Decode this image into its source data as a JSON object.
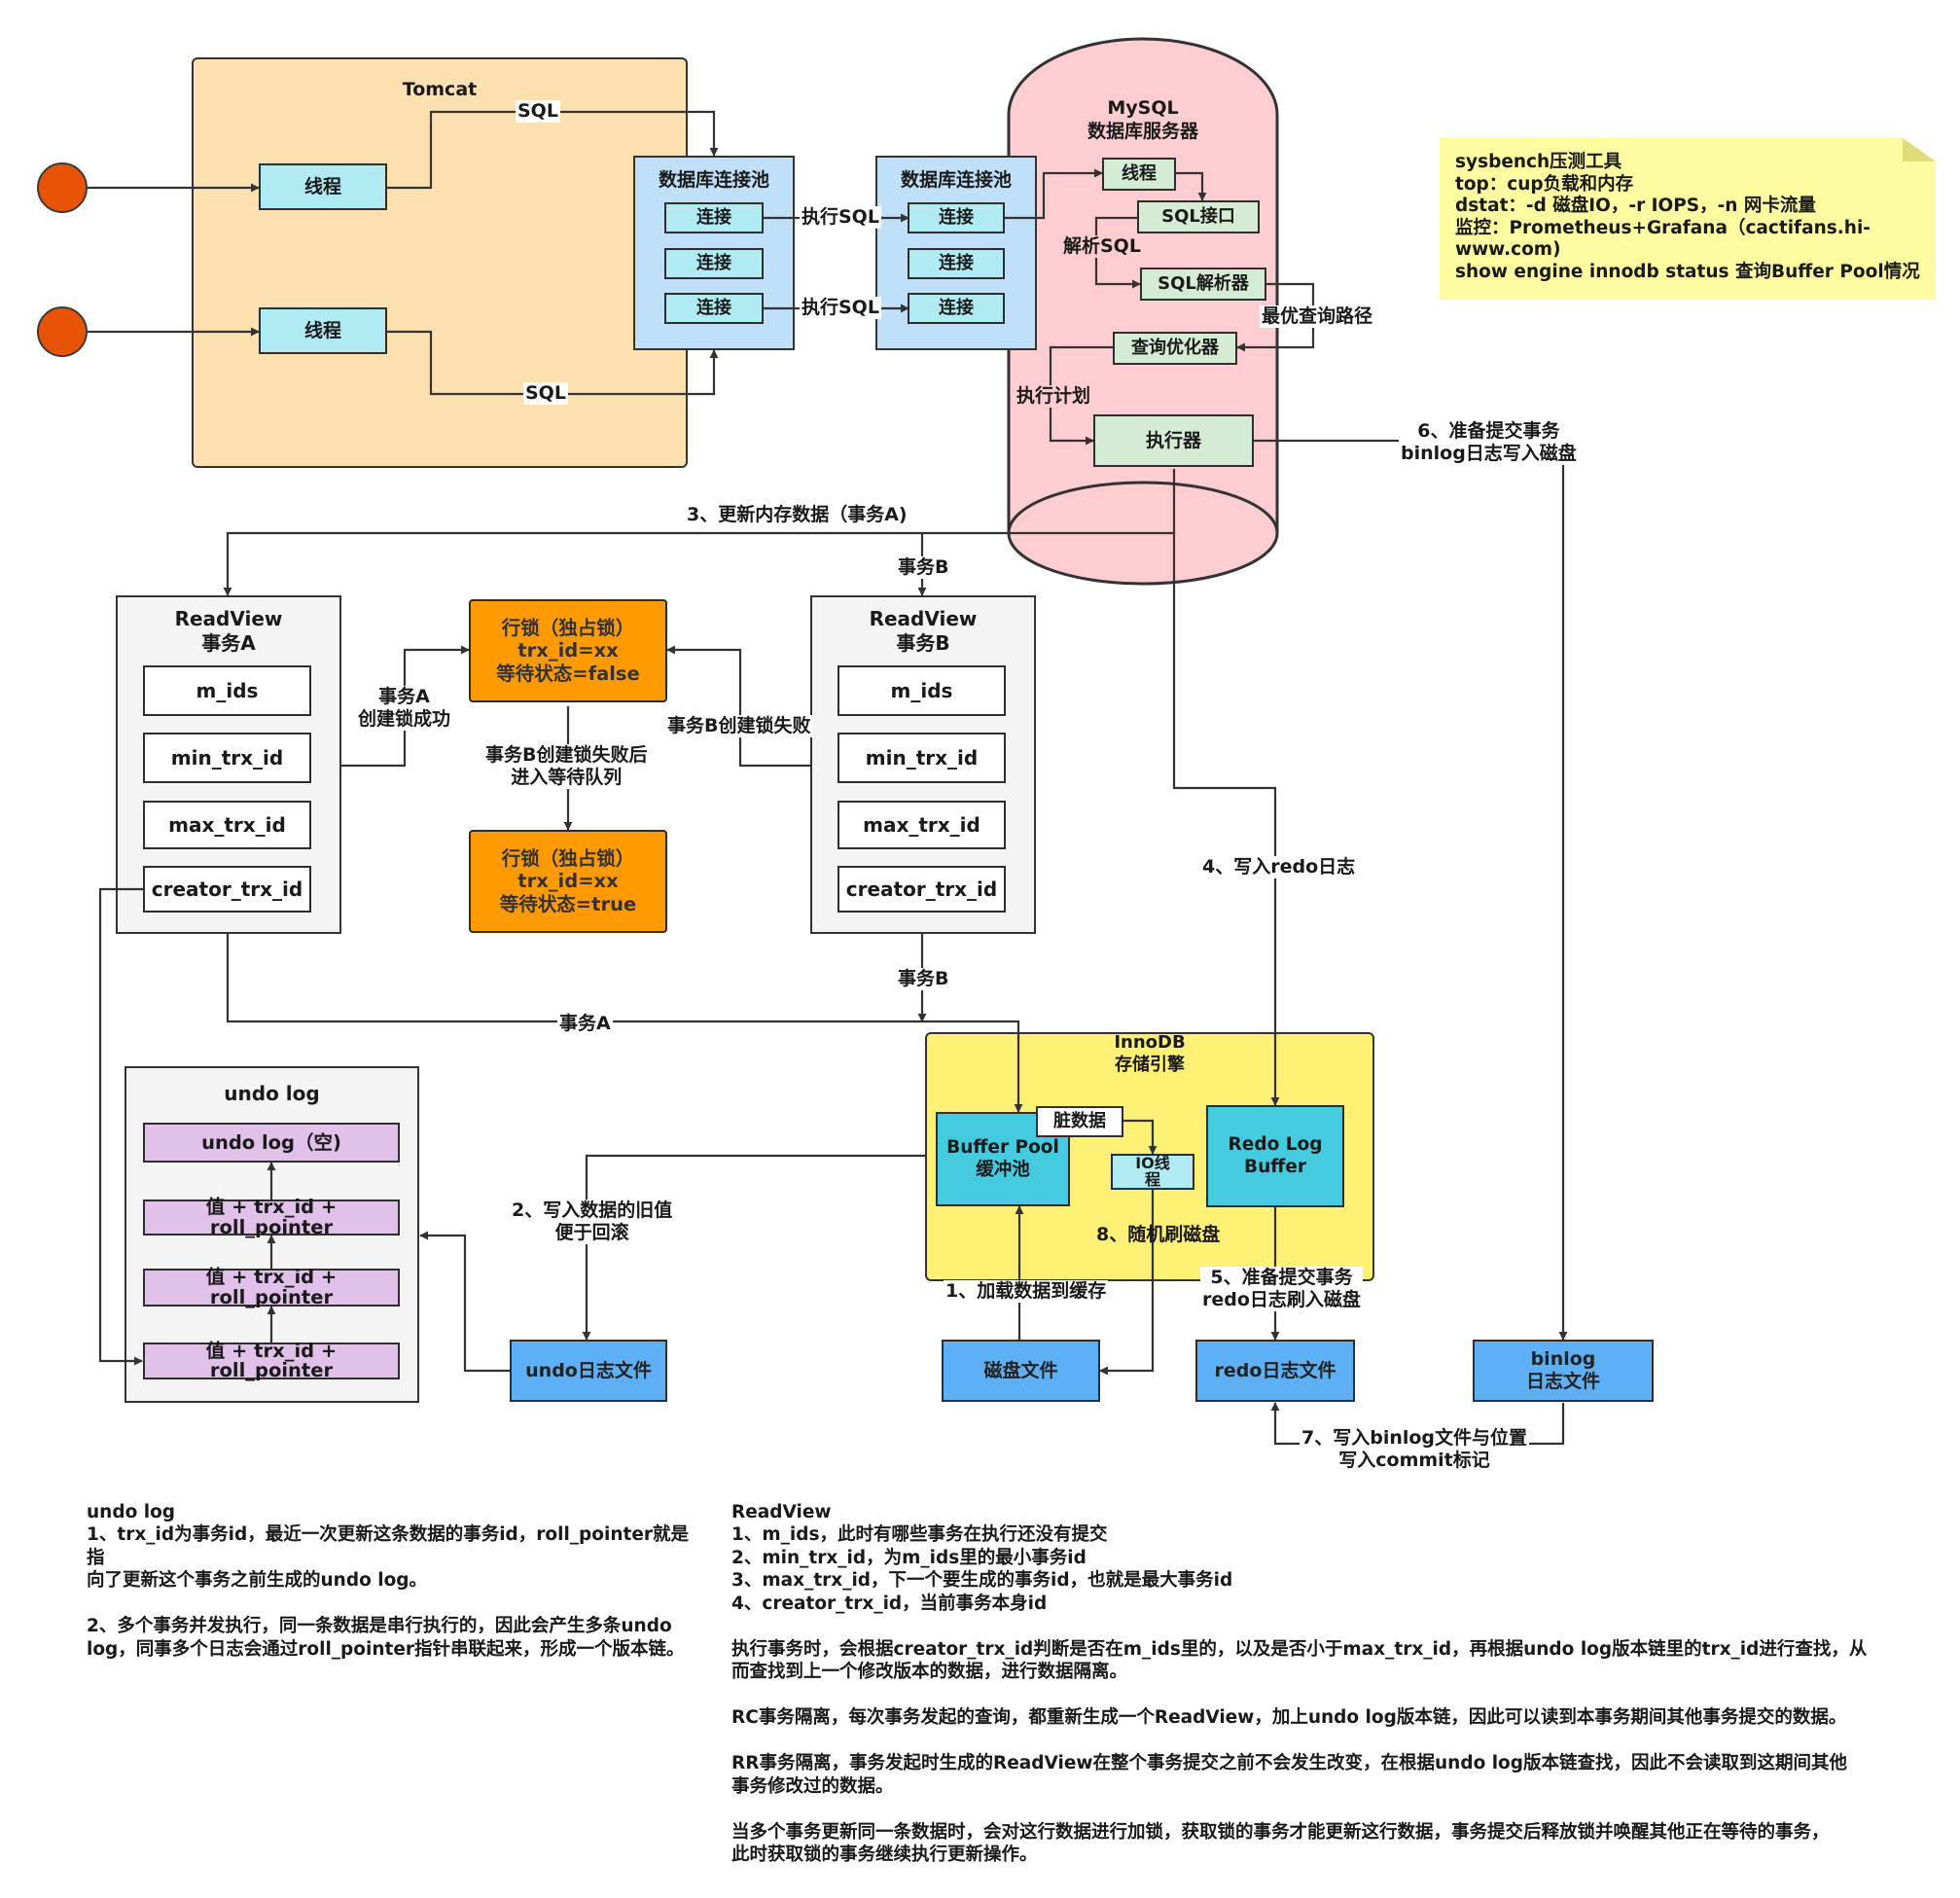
{
  "tomcat": {
    "title": "Tomcat",
    "thread1": "线程",
    "thread2": "线程",
    "sql1": "SQL",
    "sql2": "SQL"
  },
  "pool_app": {
    "title": "数据库连接池",
    "conns": [
      "连接",
      "连接",
      "连接"
    ]
  },
  "pool_db": {
    "title": "数据库连接池",
    "conns": [
      "连接",
      "连接",
      "连接"
    ]
  },
  "exec_sql": [
    "执行SQL",
    "执行SQL"
  ],
  "mysql": {
    "title": "MySQL\n数据库服务器",
    "thread": "线程",
    "sql_iface": "SQL接口",
    "parse_label": "解析SQL",
    "parser": "SQL解析器",
    "best_path": "最优查询路径",
    "optimizer": "查询优化器",
    "plan_label": "执行计划",
    "executor": "执行器"
  },
  "note": {
    "text": "sysbench压测工具\ntop：cup负载和内存\ndstat：-d 磁盘IO，-r IOPS，-n 网卡流量\n监控：Prometheus+Grafana（cactifans.hi-\nwww.com)\nshow engine innodb status 查询Buffer Pool情况"
  },
  "step6": "6、准备提交事务\nbinlog日志写入磁盘",
  "step3": "3、更新内存数据（事务A)",
  "txB_top": "事务B",
  "txB_bottom": "事务B",
  "txA_bottom": "事务A",
  "readview_a": {
    "title": "ReadView\n事务A",
    "fields": [
      "m_ids",
      "min_trx_id",
      "max_trx_id",
      "creator_trx_id"
    ]
  },
  "readview_b": {
    "title": "ReadView\n事务B",
    "fields": [
      "m_ids",
      "min_trx_id",
      "max_trx_id",
      "creator_trx_id"
    ]
  },
  "lock_held": "行锁（独占锁）\ntrx_id=xx\n等待状态=false",
  "lock_wait": "行锁（独占锁）\ntrx_id=xx\n等待状态=true",
  "lock_success": "事务A\n创建锁成功",
  "lock_fail": "事务B创建锁失败",
  "lock_queue": "事务B创建锁失败后\n进入等待队列",
  "step4": "4、写入redo日志",
  "undo_log": {
    "title": "undo log",
    "empty": "undo log（空)",
    "entries": [
      "值 + trx_id +\nroll_pointer",
      "值 + trx_id +\nroll_pointer",
      "值 + trx_id +\nroll_pointer"
    ]
  },
  "innodb": {
    "title": "InnoDB\n存储引擎",
    "buffer_pool": "Buffer Pool\n缓冲池",
    "dirty": "脏数据",
    "io_thread": "IO线\n程",
    "redo_buffer": "Redo Log\nBuffer"
  },
  "step2": "2、写入数据的旧值\n便于回滚",
  "step8": "8、随机刷磁盘",
  "step1": "1、加载数据到缓存",
  "step5": "5、准备提交事务\nredo日志刷入磁盘",
  "step7": "7、写入binlog文件与位置\n写入commit标记",
  "files": {
    "undo": "undo日志文件",
    "disk": "磁盘文件",
    "redo": "redo日志文件",
    "binlog": "binlog\n日志文件"
  },
  "notes_undo": "undo log\n1、trx_id为事务id，最近一次更新这条数据的事务id，roll_pointer就是指\n向了更新这个事务之前生成的undo log。\n\n2、多个事务并发执行，同一条数据是串行执行的，因此会产生多条undo\nlog，同事多个日志会通过roll_pointer指针串联起来，形成一个版本链。",
  "notes_readview": "ReadView\n1、m_ids，此时有哪些事务在执行还没有提交\n2、min_trx_id，为m_ids里的最小事务id\n3、max_trx_id，下一个要生成的事务id，也就是最大事务id\n4、creator_trx_id，当前事务本身id\n\n执行事务时，会根据creator_trx_id判断是否在m_ids里的，以及是否小于max_trx_id，再根据undo log版本链里的trx_id进行查找，从\n而查找到上一个修改版本的数据，进行数据隔离。\n\nRC事务隔离，每次事务发起的查询，都重新生成一个ReadView，加上undo log版本链，因此可以读到本事务期间其他事务提交的数据。\n\nRR事务隔离，事务发起时生成的ReadView在整个事务提交之前不会发生改变，在根据undo log版本链查找，因此不会读取到这期间其他\n事务修改过的数据。\n\n当多个事务更新同一条数据时，会对这行数据进行加锁，获取锁的事务才能更新这行数据，事务提交后释放锁并唤醒其他正在等待的事务，\n此时获取锁的事务继续执行更新操作。",
  "colors": {
    "tomcat": "#fde0b0",
    "mysql": "#fecdd2",
    "pool": "#c0dff8",
    "note": "#fdfca0",
    "innodb": "#fff176",
    "lock": "#ff9a02",
    "file": "#5eb0f6"
  }
}
